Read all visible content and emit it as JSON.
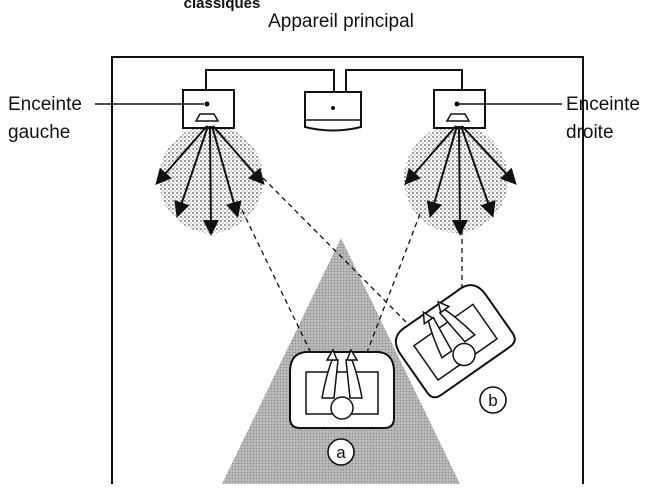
{
  "title": "classiques",
  "main_unit_label": "Appareil principal",
  "left_speaker_label": [
    "Enceinte",
    "gauche"
  ],
  "right_speaker_label": [
    "Enceinte",
    "droite"
  ],
  "position_a": "a",
  "position_b": "b",
  "colors": {
    "line": "#111111",
    "shade": "#9a9a9a",
    "cone": "#c4c4c4",
    "background": "#ffffff"
  },
  "icons": [
    "speaker-icon",
    "main-unit-icon",
    "armchair-icon",
    "listener-icon"
  ]
}
